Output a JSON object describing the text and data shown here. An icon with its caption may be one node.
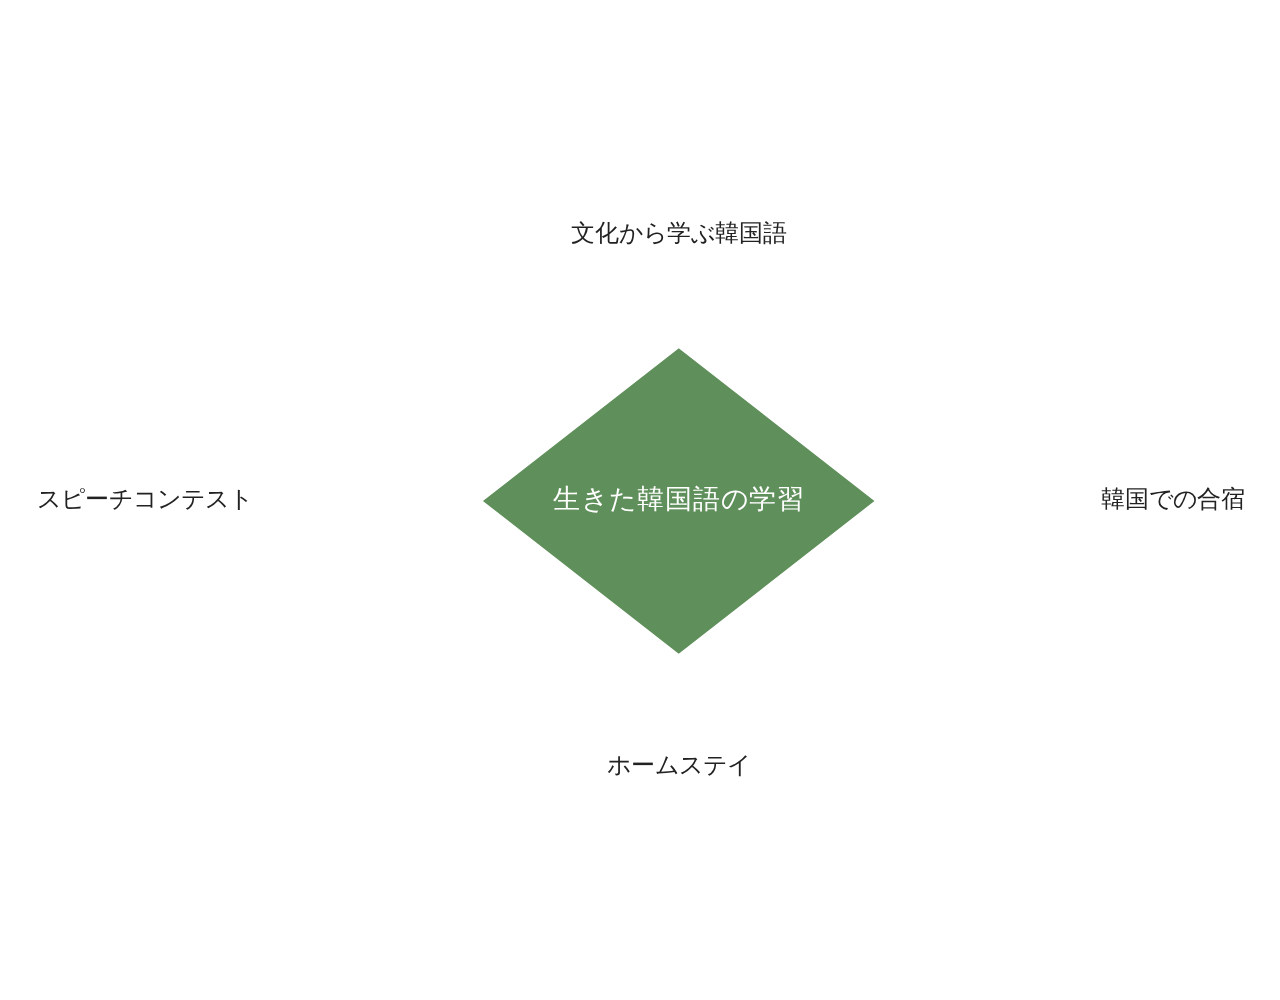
{
  "diagram": {
    "nodes": [
      {
        "text": [
          "生きた韓国語の学習"
        ]
      },
      {
        "text": [
          "文化から学ぶ韓国語"
        ]
      },
      {
        "text": [
          "スピーチコンテスト"
        ]
      },
      {
        "text": [
          "韓国での合宿"
        ]
      },
      {
        "text": [
          "ホームステイ"
        ]
      }
    ]
  }
}
